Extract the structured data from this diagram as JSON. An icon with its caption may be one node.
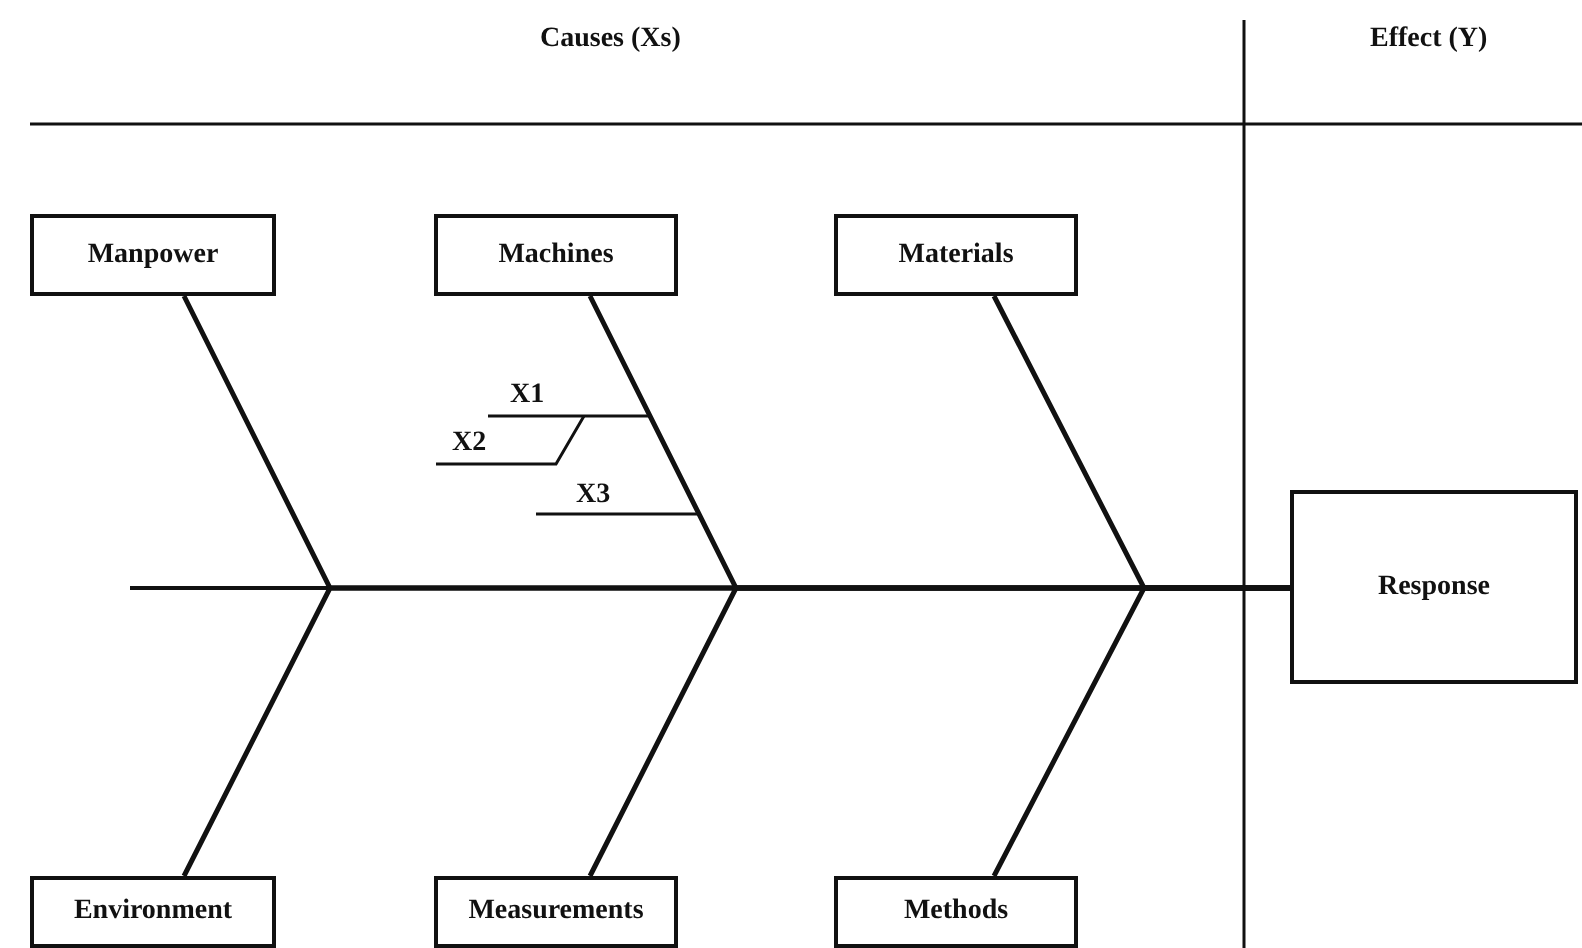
{
  "diagram": {
    "nodes": [
      {
        "text": [
          "Manpower"
        ]
      },
      {
        "text": [
          "Machines"
        ]
      },
      {
        "text": [
          "Materials"
        ]
      },
      {
        "text": [
          "Response"
        ]
      },
      {
        "text": [
          "Environment"
        ]
      },
      {
        "text": [
          "Measurements"
        ]
      },
      {
        "text": [
          "Methods"
        ]
      }
    ],
    "edges": [
      {
        "from": 0,
        "to": 3,
        "arrow": "none"
      },
      {
        "from": 1,
        "to": 3,
        "arrow": "none"
      },
      {
        "from": 2,
        "to": 3,
        "arrow": "none"
      },
      {
        "from": 4,
        "to": 3,
        "arrow": "none"
      },
      {
        "from": 5,
        "to": 3,
        "arrow": "none"
      },
      {
        "from": 6,
        "to": 3,
        "arrow": "none"
      }
    ],
    "labels": [
      "Causes (Xs)",
      "Effect (Y)",
      "X1",
      "X2",
      "X3"
    ]
  }
}
